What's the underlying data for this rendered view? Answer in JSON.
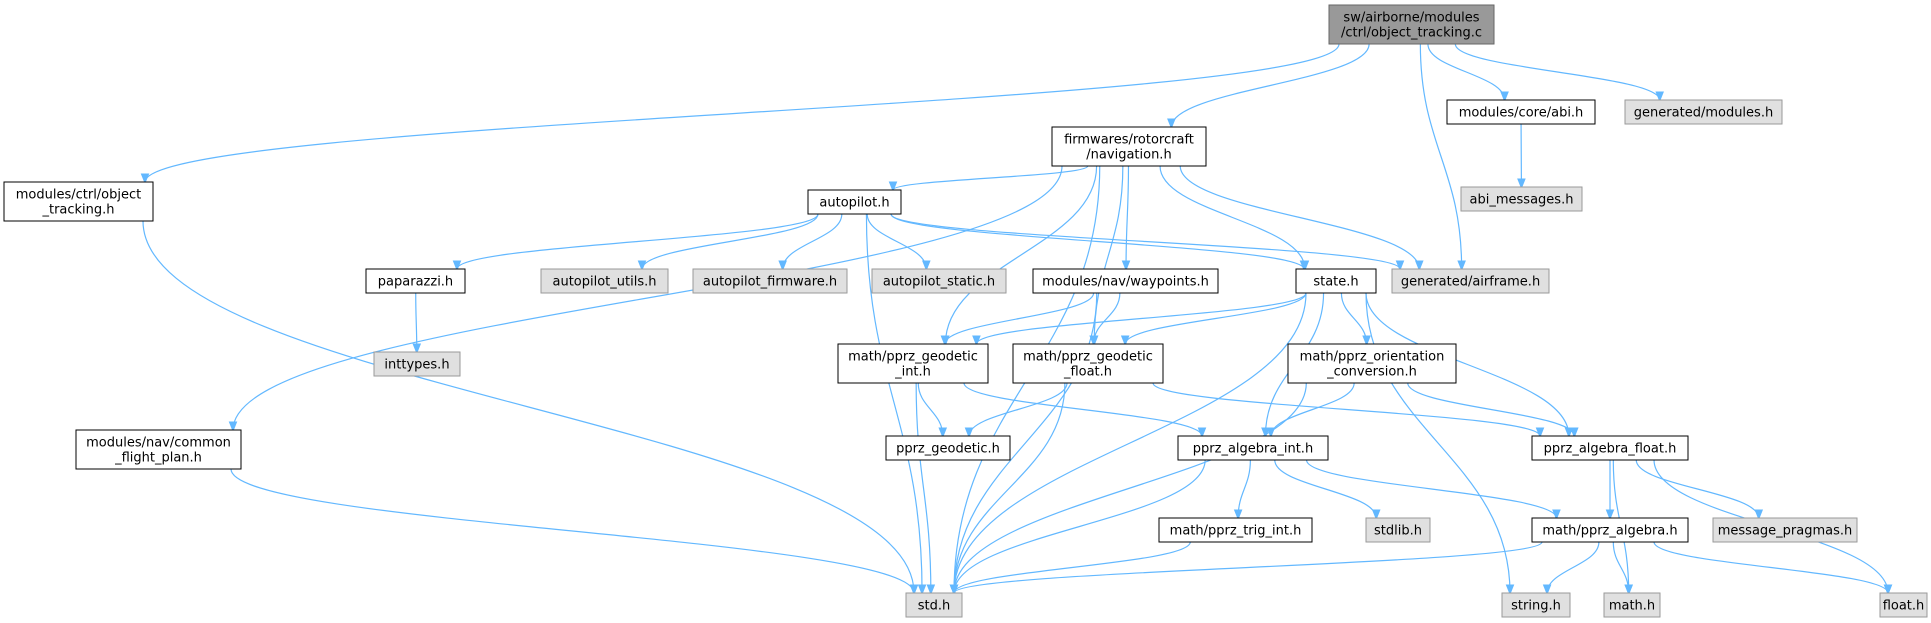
{
  "nodes": [
    {
      "id": "root",
      "lines": [
        "sw/airborne/modules",
        "/ctrl/object_tracking.c"
      ],
      "style": "root"
    },
    {
      "id": "obj_h",
      "lines": [
        "modules/ctrl/object",
        "_tracking.h"
      ],
      "style": "normal"
    },
    {
      "id": "nav_h",
      "lines": [
        "firmwares/rotorcraft",
        "/navigation.h"
      ],
      "style": "normal"
    },
    {
      "id": "abi_h",
      "lines": [
        "modules/core/abi.h"
      ],
      "style": "normal"
    },
    {
      "id": "gen_mod",
      "lines": [
        "generated/modules.h"
      ],
      "style": "gray"
    },
    {
      "id": "abi_msg",
      "lines": [
        "abi_messages.h"
      ],
      "style": "gray"
    },
    {
      "id": "autopilot",
      "lines": [
        "autopilot.h"
      ],
      "style": "normal"
    },
    {
      "id": "paparazzi",
      "lines": [
        "paparazzi.h"
      ],
      "style": "normal"
    },
    {
      "id": "ap_utils",
      "lines": [
        "autopilot_utils.h"
      ],
      "style": "gray"
    },
    {
      "id": "ap_fw",
      "lines": [
        "autopilot_firmware.h"
      ],
      "style": "gray"
    },
    {
      "id": "ap_static",
      "lines": [
        "autopilot_static.h"
      ],
      "style": "gray"
    },
    {
      "id": "waypoints",
      "lines": [
        "modules/nav/waypoints.h"
      ],
      "style": "normal"
    },
    {
      "id": "state",
      "lines": [
        "state.h"
      ],
      "style": "normal"
    },
    {
      "id": "airframe",
      "lines": [
        "generated/airframe.h"
      ],
      "style": "gray"
    },
    {
      "id": "inttypes",
      "lines": [
        "inttypes.h"
      ],
      "style": "gray"
    },
    {
      "id": "geo_int",
      "lines": [
        "math/pprz_geodetic",
        "_int.h"
      ],
      "style": "normal"
    },
    {
      "id": "geo_float",
      "lines": [
        "math/pprz_geodetic",
        "_float.h"
      ],
      "style": "normal"
    },
    {
      "id": "orient",
      "lines": [
        "math/pprz_orientation",
        "_conversion.h"
      ],
      "style": "normal"
    },
    {
      "id": "flight_plan",
      "lines": [
        "modules/nav/common",
        "_flight_plan.h"
      ],
      "style": "normal"
    },
    {
      "id": "pprz_geo",
      "lines": [
        "pprz_geodetic.h"
      ],
      "style": "normal"
    },
    {
      "id": "alg_int",
      "lines": [
        "pprz_algebra_int.h"
      ],
      "style": "normal"
    },
    {
      "id": "alg_float",
      "lines": [
        "pprz_algebra_float.h"
      ],
      "style": "normal"
    },
    {
      "id": "trig",
      "lines": [
        "math/pprz_trig_int.h"
      ],
      "style": "normal"
    },
    {
      "id": "stdlib",
      "lines": [
        "stdlib.h"
      ],
      "style": "gray"
    },
    {
      "id": "math_alg",
      "lines": [
        "math/pprz_algebra.h"
      ],
      "style": "normal"
    },
    {
      "id": "msg_prag",
      "lines": [
        "message_pragmas.h"
      ],
      "style": "gray"
    },
    {
      "id": "std",
      "lines": [
        "std.h"
      ],
      "style": "gray"
    },
    {
      "id": "string",
      "lines": [
        "string.h"
      ],
      "style": "gray"
    },
    {
      "id": "math",
      "lines": [
        "math.h"
      ],
      "style": "gray"
    },
    {
      "id": "float",
      "lines": [
        "float.h"
      ],
      "style": "gray"
    }
  ],
  "edges": [
    [
      "root",
      "obj_h"
    ],
    [
      "root",
      "nav_h"
    ],
    [
      "root",
      "airframe"
    ],
    [
      "root",
      "abi_h"
    ],
    [
      "root",
      "gen_mod"
    ],
    [
      "abi_h",
      "abi_msg"
    ],
    [
      "obj_h",
      "std"
    ],
    [
      "nav_h",
      "flight_plan"
    ],
    [
      "nav_h",
      "std"
    ],
    [
      "nav_h",
      "autopilot"
    ],
    [
      "nav_h",
      "geo_int"
    ],
    [
      "nav_h",
      "waypoints"
    ],
    [
      "nav_h",
      "geo_float"
    ],
    [
      "nav_h",
      "state"
    ],
    [
      "nav_h",
      "airframe"
    ],
    [
      "autopilot",
      "std"
    ],
    [
      "autopilot",
      "paparazzi"
    ],
    [
      "autopilot",
      "ap_utils"
    ],
    [
      "autopilot",
      "ap_fw"
    ],
    [
      "autopilot",
      "ap_static"
    ],
    [
      "autopilot",
      "state"
    ],
    [
      "autopilot",
      "airframe"
    ],
    [
      "paparazzi",
      "inttypes"
    ],
    [
      "waypoints",
      "std"
    ],
    [
      "waypoints",
      "geo_int"
    ],
    [
      "waypoints",
      "geo_float"
    ],
    [
      "state",
      "geo_int"
    ],
    [
      "state",
      "geo_float"
    ],
    [
      "state",
      "orient"
    ],
    [
      "state",
      "alg_int"
    ],
    [
      "state",
      "alg_float"
    ],
    [
      "state",
      "std"
    ],
    [
      "state",
      "string"
    ],
    [
      "geo_int",
      "std"
    ],
    [
      "geo_int",
      "pprz_geo"
    ],
    [
      "geo_int",
      "alg_int"
    ],
    [
      "geo_float",
      "pprz_geo"
    ],
    [
      "geo_float",
      "std"
    ],
    [
      "geo_float",
      "alg_float"
    ],
    [
      "orient",
      "alg_int"
    ],
    [
      "orient",
      "alg_float"
    ],
    [
      "orient",
      "std"
    ],
    [
      "flight_plan",
      "std"
    ],
    [
      "alg_int",
      "std"
    ],
    [
      "alg_int",
      "trig"
    ],
    [
      "alg_int",
      "stdlib"
    ],
    [
      "alg_int",
      "math_alg"
    ],
    [
      "alg_float",
      "math_alg"
    ],
    [
      "alg_float",
      "msg_prag"
    ],
    [
      "alg_float",
      "math"
    ],
    [
      "alg_float",
      "float"
    ],
    [
      "trig",
      "std"
    ],
    [
      "math_alg",
      "std"
    ],
    [
      "math_alg",
      "string"
    ],
    [
      "math_alg",
      "math"
    ],
    [
      "math_alg",
      "float"
    ]
  ],
  "colors": {
    "edge": "#63b8ff",
    "root_fill": "#999999",
    "gray_fill": "#e0e0e0",
    "normal_fill": "#ffffff"
  }
}
